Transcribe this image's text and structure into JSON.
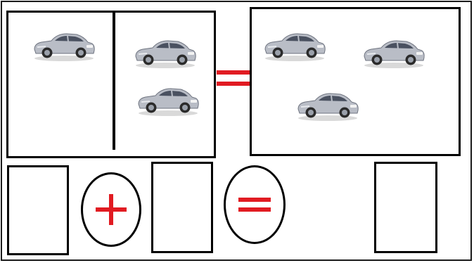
{
  "colors": {
    "accent": "#e11b22",
    "outline": "#000000",
    "car_body": "#b9bdc6"
  },
  "equation_top": {
    "left_group_cars": 1,
    "right_group_cars": 2,
    "operator": "equals",
    "total_cars": 3
  },
  "answer_row": {
    "slots": [
      "",
      "",
      ""
    ],
    "operators": [
      "plus",
      "equals"
    ]
  },
  "icons": [
    "car-icon",
    "plus-icon",
    "equals-icon"
  ]
}
